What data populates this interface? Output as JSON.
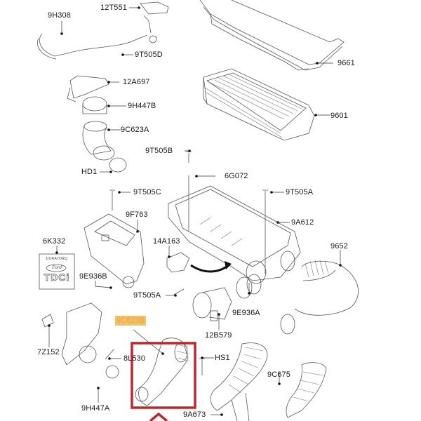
{
  "diagram": {
    "subject": "Air intake system exploded parts view",
    "highlight_color": "#f4c168",
    "highlight_text_color": "#e9a445",
    "selection_box_color": "#c0272d",
    "badge": {
      "line1": "DURATORQ",
      "line2": "Ford",
      "line3": "TDCi"
    },
    "labels": [
      {
        "id": "9H308",
        "text": "9H308"
      },
      {
        "id": "12T551",
        "text": "12T551"
      },
      {
        "id": "9T505D",
        "text": "9T505D"
      },
      {
        "id": "12A697",
        "text": "12A697"
      },
      {
        "id": "9H447B",
        "text": "9H447B"
      },
      {
        "id": "9C623A",
        "text": "9C623A"
      },
      {
        "id": "HD1",
        "text": "HD1"
      },
      {
        "id": "9T505B",
        "text": "9T505B"
      },
      {
        "id": "6G072",
        "text": "6G072"
      },
      {
        "id": "9T505C",
        "text": "9T505C"
      },
      {
        "id": "9T505A_top",
        "text": "9T505A"
      },
      {
        "id": "9F763",
        "text": "9F763"
      },
      {
        "id": "9A612",
        "text": "9A612"
      },
      {
        "id": "6K332",
        "text": "6K332"
      },
      {
        "id": "14A163",
        "text": "14A163"
      },
      {
        "id": "9652",
        "text": "9652"
      },
      {
        "id": "9E936B",
        "text": "9E936B"
      },
      {
        "id": "9T505A_mid",
        "text": "9T505A"
      },
      {
        "id": "9E936A",
        "text": "9E936A"
      },
      {
        "id": "12B579",
        "text": "12B579"
      },
      {
        "id": "9C623B",
        "text": "9C623B",
        "highlighted": true
      },
      {
        "id": "7Z152",
        "text": "7Z152"
      },
      {
        "id": "8L530",
        "text": "8L530"
      },
      {
        "id": "HS1",
        "text": "HS1"
      },
      {
        "id": "9C675",
        "text": "9C675"
      },
      {
        "id": "9H447A",
        "text": "9H447A"
      },
      {
        "id": "9A673",
        "text": "9A673"
      },
      {
        "id": "9661",
        "text": "9661"
      },
      {
        "id": "9601",
        "text": "9601"
      }
    ]
  }
}
